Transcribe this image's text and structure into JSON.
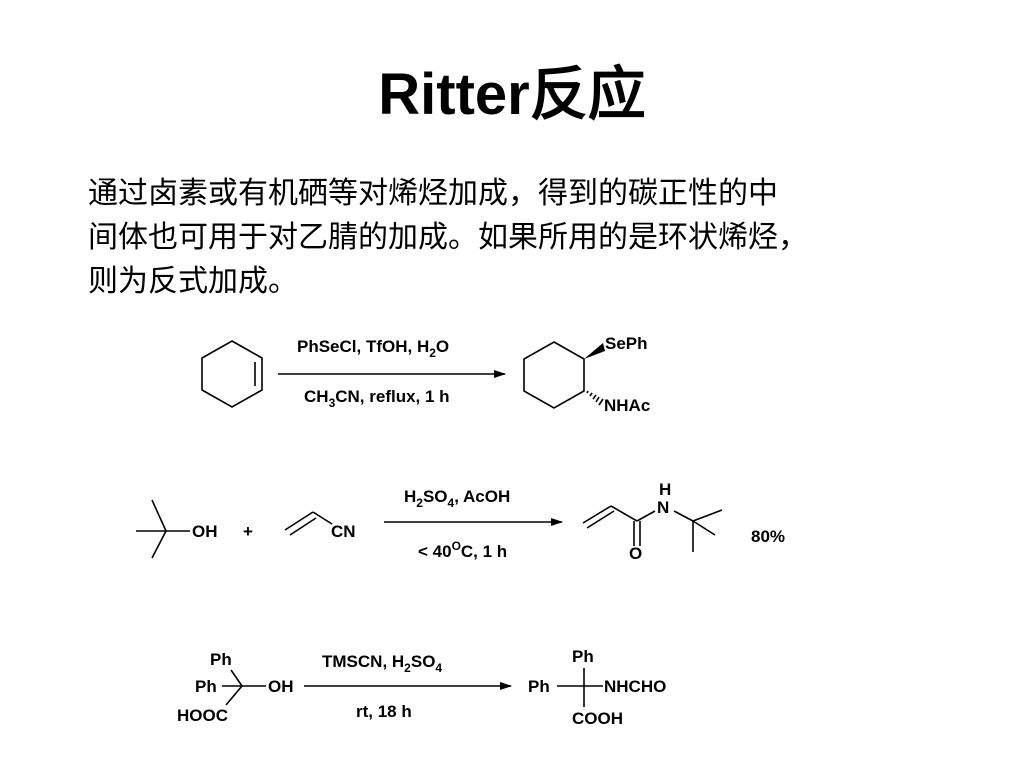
{
  "slide": {
    "title": "Ritter反应",
    "body_lines": [
      "通过卤素或有机硒等对烯烃加成，得到的碳正性的中",
      "间体也可用于对乙腈的加成。如果所用的是环状烯烃，",
      "则为反式加成。"
    ]
  },
  "reaction1": {
    "cond_top": {
      "main": "PhSeCl, TfOH, H",
      "sub": "2",
      "tail": "O"
    },
    "cond_bottom": {
      "main": "CH",
      "sub": "3",
      "tail": "CN, reflux, 1 h"
    },
    "product_group1": "SePh",
    "product_group2": "NHAc"
  },
  "reaction2": {
    "reactant1_group": "OH",
    "plus": "+",
    "reactant2_group": "CN",
    "cond_top": {
      "a": "H",
      "s1": "2",
      "b": "SO",
      "s2": "4",
      "c": ", AcOH"
    },
    "cond_bottom": {
      "a": "< 40",
      "sup": "O",
      "b": "C, 1 h"
    },
    "product_H": "H",
    "product_N": "N",
    "product_O": "O",
    "yield": "80%"
  },
  "reaction3": {
    "reactant_top": "Ph",
    "reactant_left": "Ph",
    "reactant_right": "OH",
    "reactant_bottom": "HOOC",
    "cond_top": {
      "a": "TMSCN, H",
      "s1": "2",
      "b": "SO",
      "s2": "4"
    },
    "cond_bottom": "rt, 18 h",
    "product_top": "Ph",
    "product_left": "Ph",
    "product_right": "NHCHO",
    "product_bottom": "COOH"
  }
}
